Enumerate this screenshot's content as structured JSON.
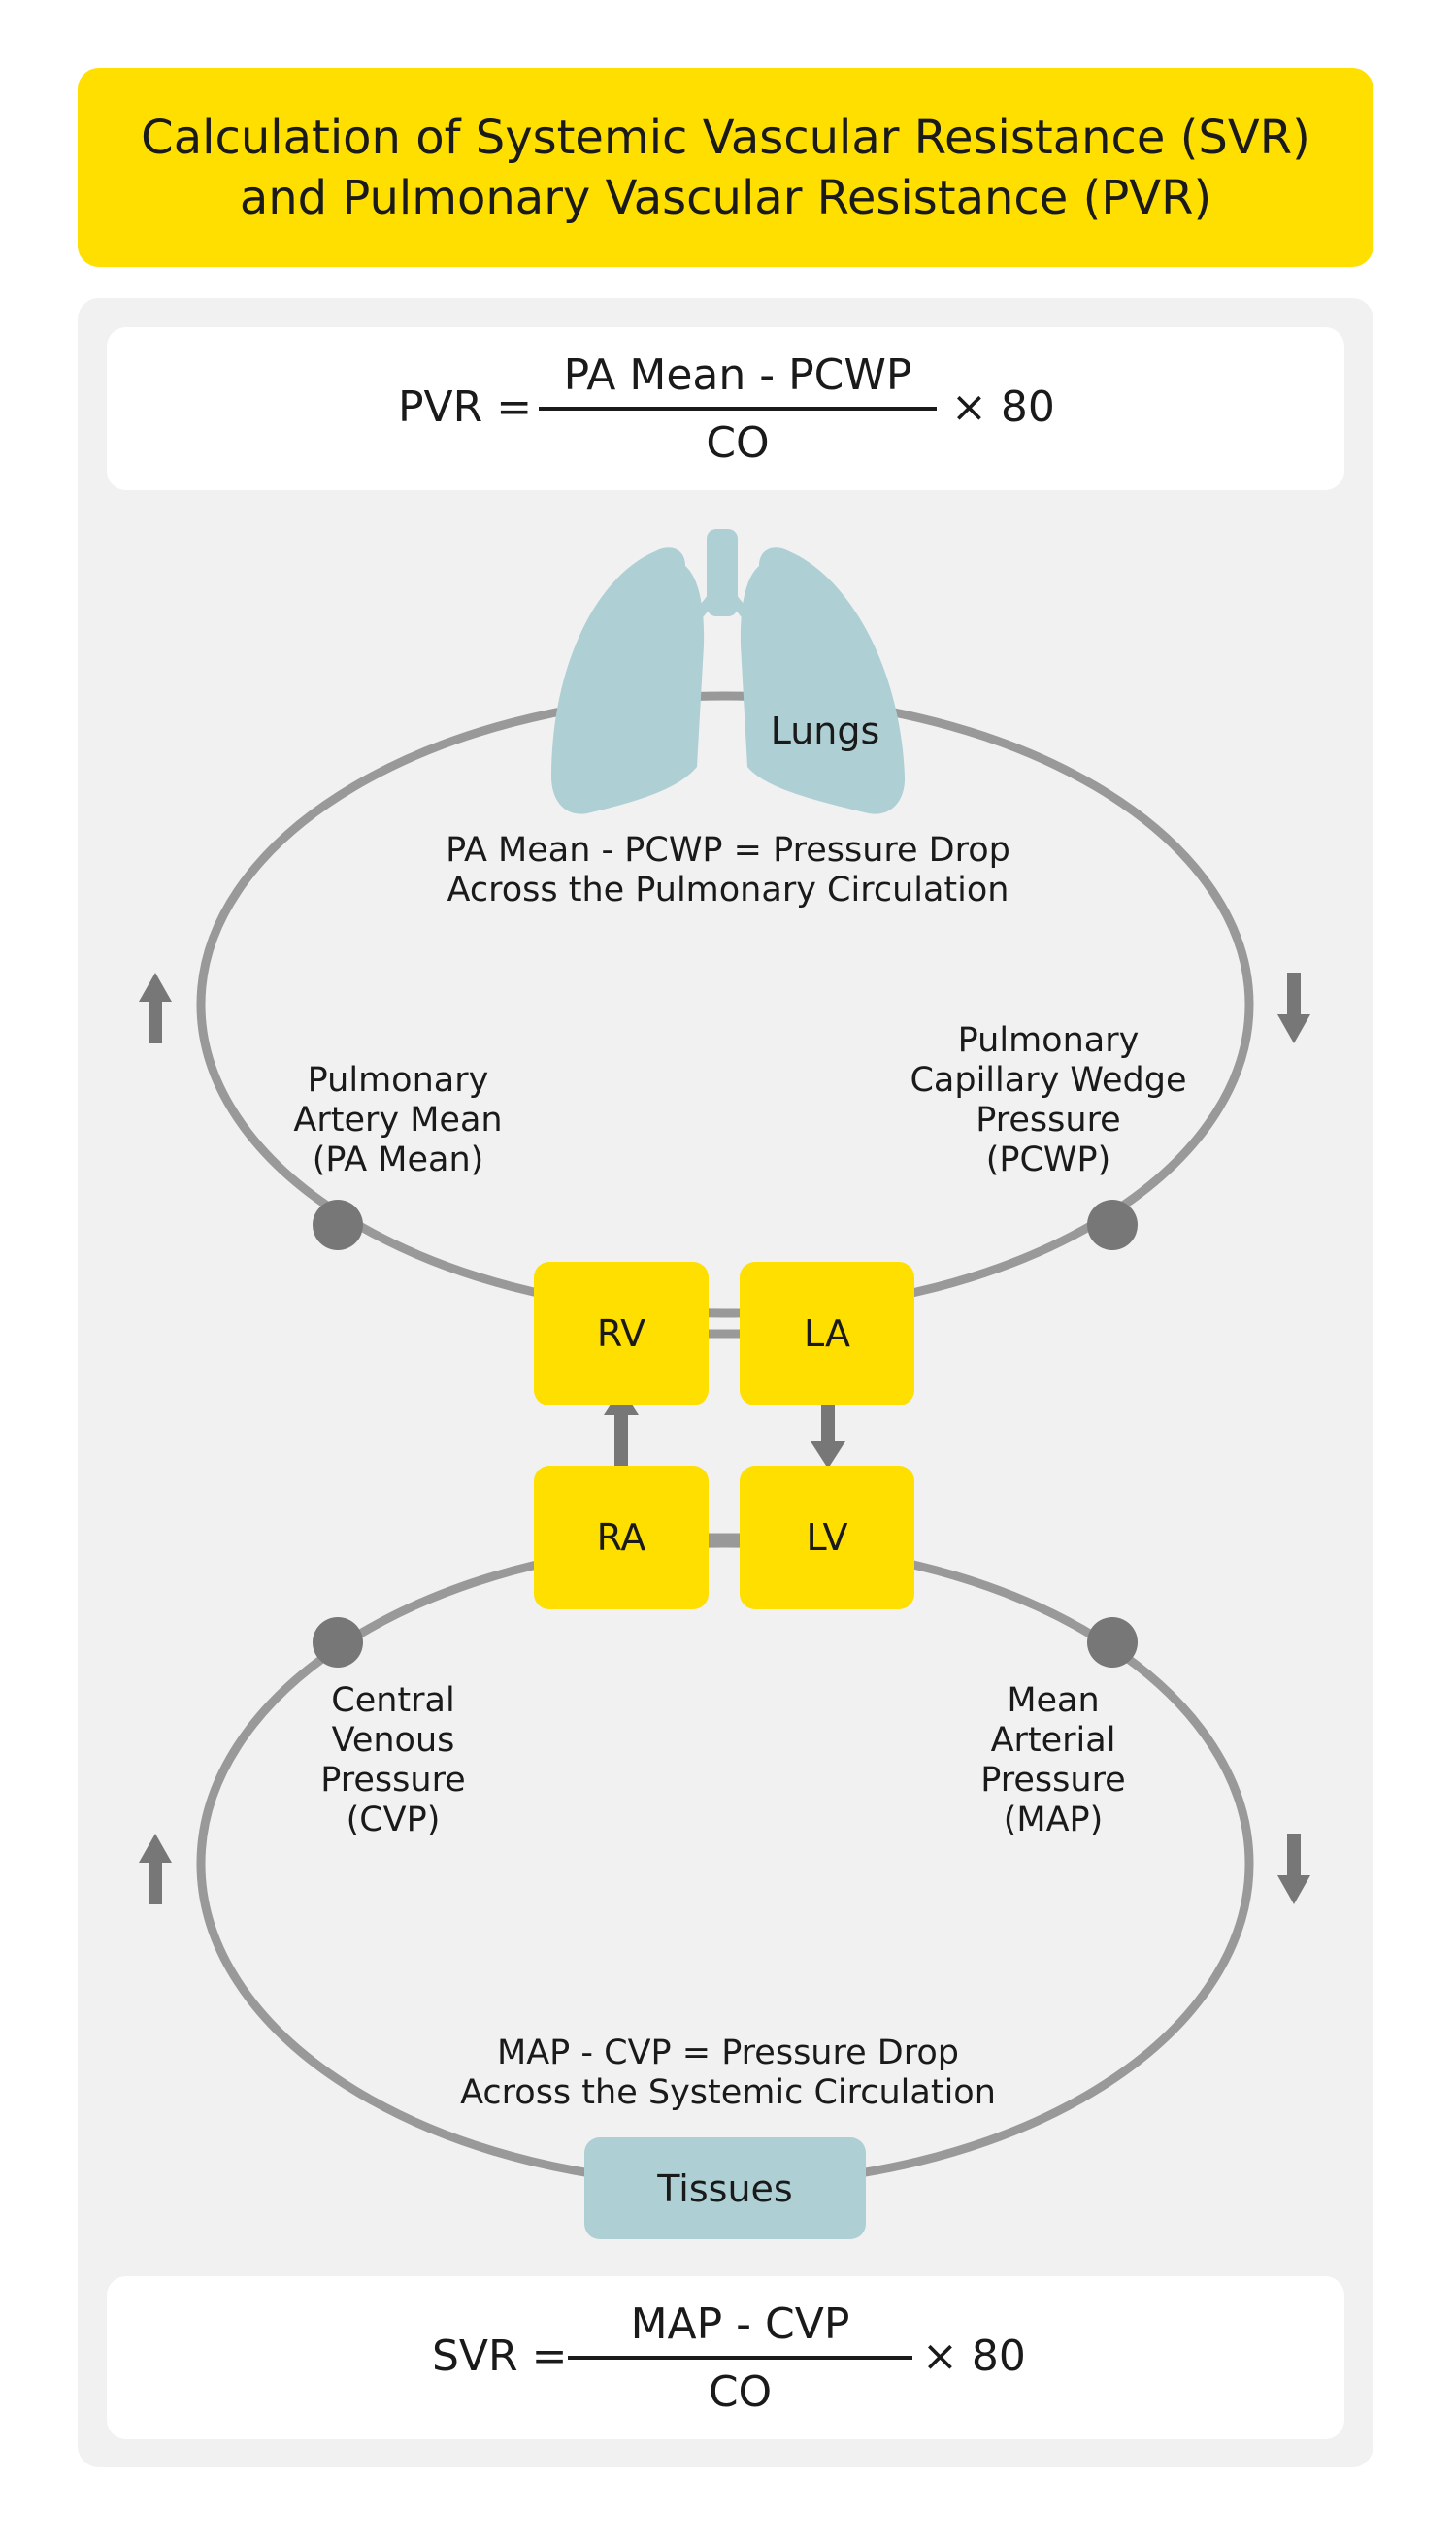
{
  "title": {
    "line1": "Calculation of Systemic Vascular Resistance (SVR)",
    "line2": "and Pulmonary Vascular Resistance (PVR)"
  },
  "pvr_formula": {
    "label": "PVR =",
    "numerator": "PA Mean - PCWP",
    "denominator": "CO",
    "multiplier": "× 80"
  },
  "svr_formula": {
    "label": "SVR =",
    "numerator": "MAP - CVP",
    "denominator": "CO",
    "multiplier": "× 80"
  },
  "lungs": {
    "label": "Lungs"
  },
  "pulmonary_drop": {
    "line1": "PA Mean - PCWP = Pressure Drop",
    "line2": "Across the Pulmonary Circulation"
  },
  "pa_mean": {
    "line1": "Pulmonary",
    "line2": "Artery Mean",
    "line3": "(PA Mean)"
  },
  "pcwp": {
    "line1": "Pulmonary",
    "line2": "Capillary Wedge",
    "line3": "Pressure",
    "line4": "(PCWP)"
  },
  "chambers": {
    "rv": "RV",
    "la": "LA",
    "ra": "RA",
    "lv": "LV"
  },
  "cvp": {
    "line1": "Central",
    "line2": "Venous",
    "line3": "Pressure",
    "line4": "(CVP)"
  },
  "map": {
    "line1": "Mean",
    "line2": "Arterial",
    "line3": "Pressure",
    "line4": "(MAP)"
  },
  "systemic_drop": {
    "line1": "MAP - CVP = Pressure Drop",
    "line2": "Across the Systemic Circulation"
  },
  "tissues": {
    "label": "Tissues"
  },
  "colors": {
    "accent_yellow": "#ffdf00",
    "panel_gray": "#f1f1f1",
    "circuit_gray": "#999999",
    "node_gray": "#777777",
    "lungs_blue": "#aecfd4"
  }
}
